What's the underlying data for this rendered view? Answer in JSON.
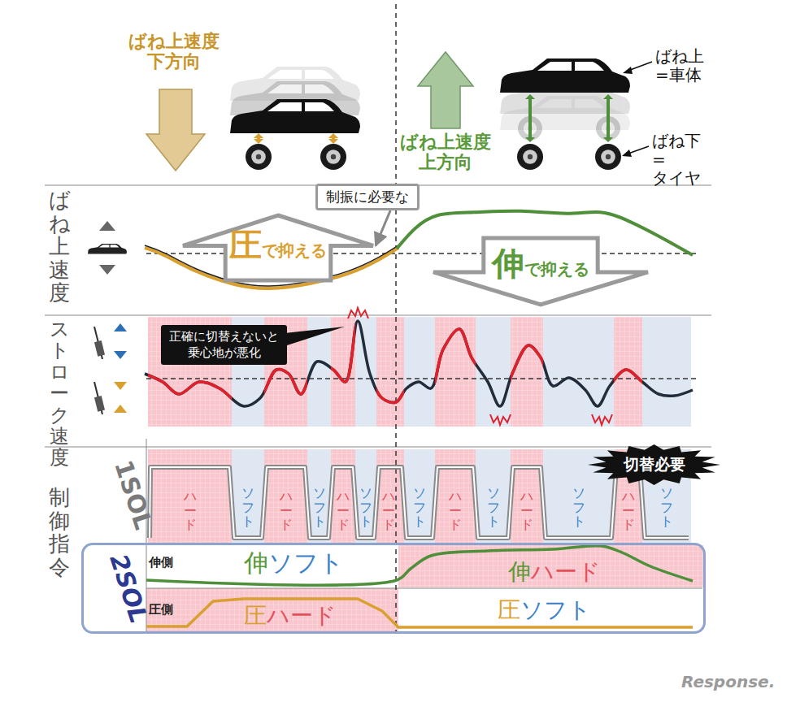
{
  "diagram": {
    "nodes": [
      {
        "text": [
          "制振に必要な"
        ]
      },
      {
        "text": [
          "圧で抑える"
        ]
      },
      {
        "text": [
          "伸で抑える"
        ]
      },
      {
        "text": [
          "正確に切替えないと 乗心地が悪化"
        ]
      },
      {
        "text": [
          "切替必要"
        ]
      },
      {
        "text": [
          "2SOL"
        ]
      }
    ],
    "edges": [
      {
        "from": 0,
        "to": 1,
        "arrow": "to"
      }
    ],
    "labels": [
      "ばね上速度 下方向",
      "ばね上速度 上方向",
      "ばね上 =車体",
      "ばね下 =タイヤ",
      "ばね上速度",
      "ストローク速度",
      "制御指令",
      "1SOL",
      "ハード",
      "ソフト",
      "ハード",
      "ソフト",
      "ハード",
      "ソフト",
      "ハード",
      "ソフト",
      "ハード",
      "ソフト",
      "ハード",
      "ソフト",
      "ハード",
      "ソフト",
      "伸側",
      "伸ソフト",
      "伸ハード",
      "圧側",
      "圧ハード",
      "圧ソフト",
      "Response."
    ]
  }
}
